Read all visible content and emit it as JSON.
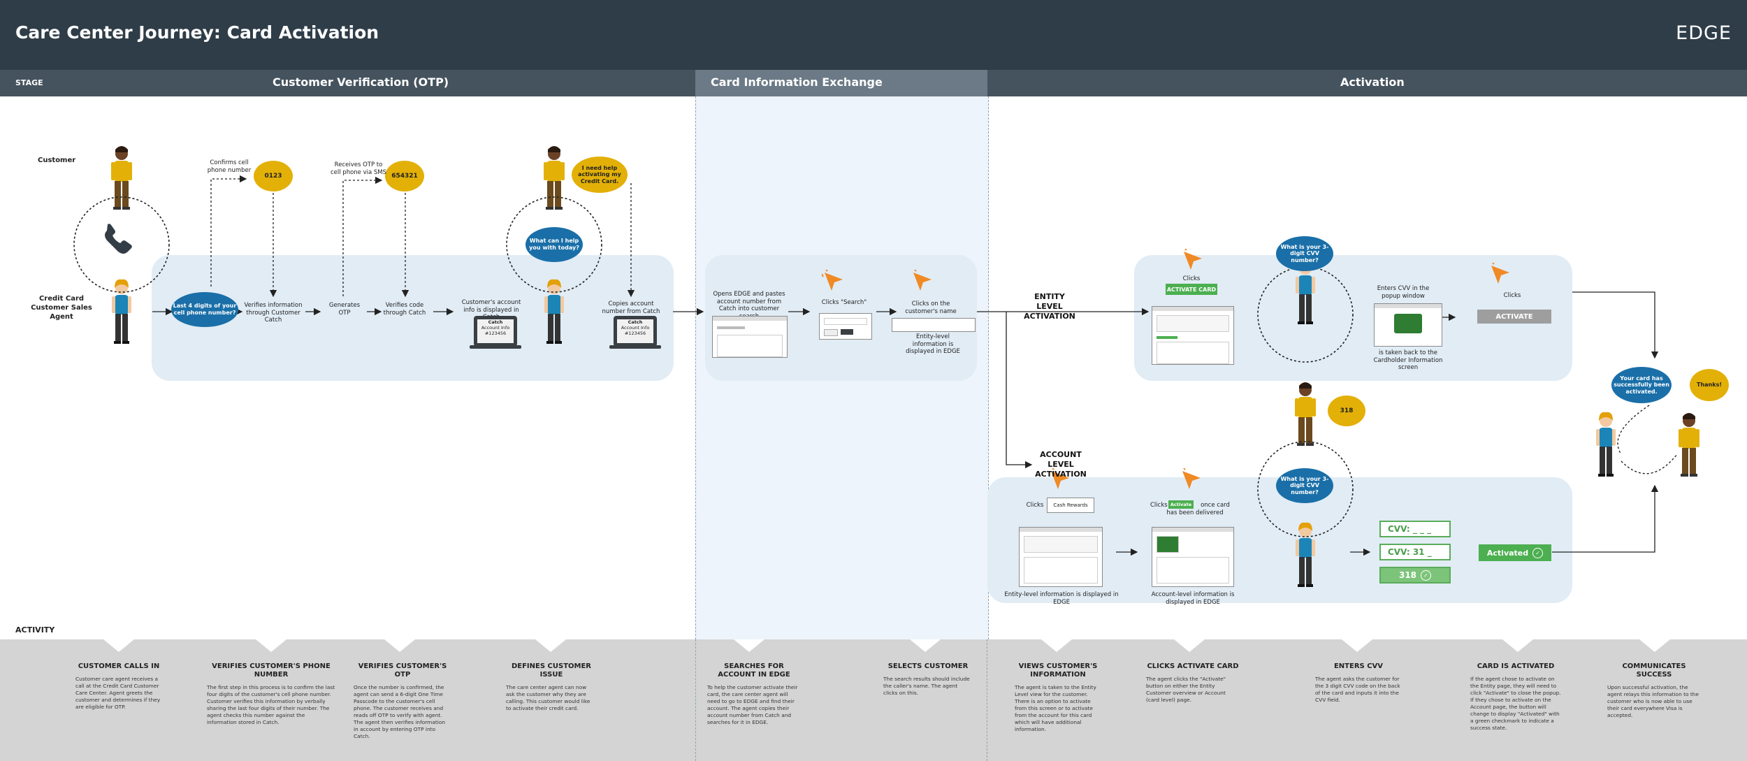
{
  "header": {
    "title": "Care Center Journey: Card Activation",
    "brand": "EDGE"
  },
  "stages": {
    "label": "STAGE",
    "items": [
      "Customer Verification (OTP)",
      "Card Information Exchange",
      "Activation"
    ]
  },
  "roles": {
    "customer": "Customer",
    "agent": "Credit Card Customer Sales Agent"
  },
  "bubbles": {
    "last4": "Last 4 digits of your cell phone number?",
    "code1": "0123",
    "code2": "654321",
    "need_help": "I need help activating my Credit Card.",
    "help_you": "What can I help you with today?",
    "cvv_q1": "What is your 3-digit CVV number?",
    "cvv_q2": "What is your 3-digit CVV number?",
    "cvv_answer": "318",
    "success": "Your card has successfully been activated.",
    "thanks": "Thanks!"
  },
  "steps": {
    "confirms": "Confirms cell phone number",
    "receives_otp": "Receives OTP to cell phone via SMS",
    "verifies_info": "Verifies information through Customer Catch",
    "generates_otp": "Generates OTP",
    "verifies_code": "Verifies code through Catch",
    "account_info": "Customer's account info is displayed in Catch",
    "copies": "Copies account number from Catch",
    "opens_edge": "Opens EDGE and pastes account number from Catch into customer search",
    "clicks_search": "Clicks \"Search\"",
    "clicks_name": "Clicks on the customer's name",
    "entity_displayed": "Entity-level information is displayed in EDGE",
    "entity_level": "ENTITY LEVEL ACTIVATION",
    "account_level": "ACCOUNT LEVEL ACTIVATION",
    "clicks": "Clicks",
    "activate_card": "ACTIVATE CARD",
    "enters_cvv_popup": "Enters CVV in the popup window",
    "taken_back": "is taken back to the Cardholder Information screen",
    "clicks2": "Clicks",
    "activate": "ACTIVATE",
    "clicks3": "Clicks",
    "cash_rewards": "Cash Rewards",
    "entity_displayed2": "Entity-level information is displayed in EDGE",
    "clicks4": "Clicks",
    "activate_small": "Activate",
    "once_card": "once card has been delivered",
    "account_displayed": "Account-level information is displayed in EDGE",
    "cvv_empty": "CVV: _ _ _",
    "cvv_partial": "CVV: 31 _",
    "cvv_full": "318",
    "activated": "Activated"
  },
  "laptop": {
    "line1": "Catch",
    "line2": "Account Info",
    "line3": "#123456"
  },
  "activity": {
    "label": "ACTIVITY",
    "items": [
      {
        "title": "CUSTOMER CALLS IN",
        "desc": "Customer care agent receives a call at the Credit Card Customer Care Center. Agent greets the customer and determines if they are eligible for OTP."
      },
      {
        "title": "VERIFIES CUSTOMER'S PHONE NUMBER",
        "desc": "The first step in this process is to confirm the last four digits of the customer's cell phone number. Customer verifies this information by verbally sharing the last four digits of their number. The agent checks this number against the information stored in Catch."
      },
      {
        "title": "VERIFIES CUSTOMER'S OTP",
        "desc": "Once the number is confirmed, the agent can send a 6-digit One Time Passcode to the customer's cell phone. The customer receives and reads off OTP to verify with agent. The agent then verifies information in account by entering OTP into Catch."
      },
      {
        "title": "DEFINES CUSTOMER ISSUE",
        "desc": "The care center agent can now ask the customer why they are calling. This customer would like to activate their credit card."
      },
      {
        "title": "SEARCHES FOR ACCOUNT IN EDGE",
        "desc": "To help the customer activate their card, the care center agent will need to go to EDGE and find their account. The agent copies their account number from Catch and searches for it in EDGE."
      },
      {
        "title": "SELECTS CUSTOMER",
        "desc": "The search results should include the caller's name. The agent clicks on this."
      },
      {
        "title": "VIEWS CUSTOMER'S INFORMATION",
        "desc": "The agent is taken to the Entity Level view for the customer. There is an option to activate from this screen or to activate from the account for this card which will have additional information."
      },
      {
        "title": "CLICKS ACTIVATE CARD",
        "desc": "The agent clicks the \"Activate\" button on either the Entity Customer overview or Account (card level) page."
      },
      {
        "title": "ENTERS CVV",
        "desc": "The agent asks the customer for the 3 digit CVV code on the back of the card and inputs it into the CVV field."
      },
      {
        "title": "CARD IS ACTIVATED",
        "desc": "If the agent chose to activate on the Entity page, they will need to click \"Activate\" to close the popup. If they chose to activate on the Account page, the button will change to display \"Activated\" with a green checkmark to indicate a success state."
      },
      {
        "title": "COMMUNICATES SUCCESS",
        "desc": "Upon successful activation, the agent relays this information to the customer who is now able to use their card everywhere Visa is accepted."
      }
    ]
  },
  "colors": {
    "header": "#2f3d48",
    "stagebar": "#45535e",
    "lane": "#e1ecf5",
    "yellow": "#e3b008",
    "blue": "#1a6fa8",
    "green": "#4caf50",
    "orange": "#f08a24"
  }
}
